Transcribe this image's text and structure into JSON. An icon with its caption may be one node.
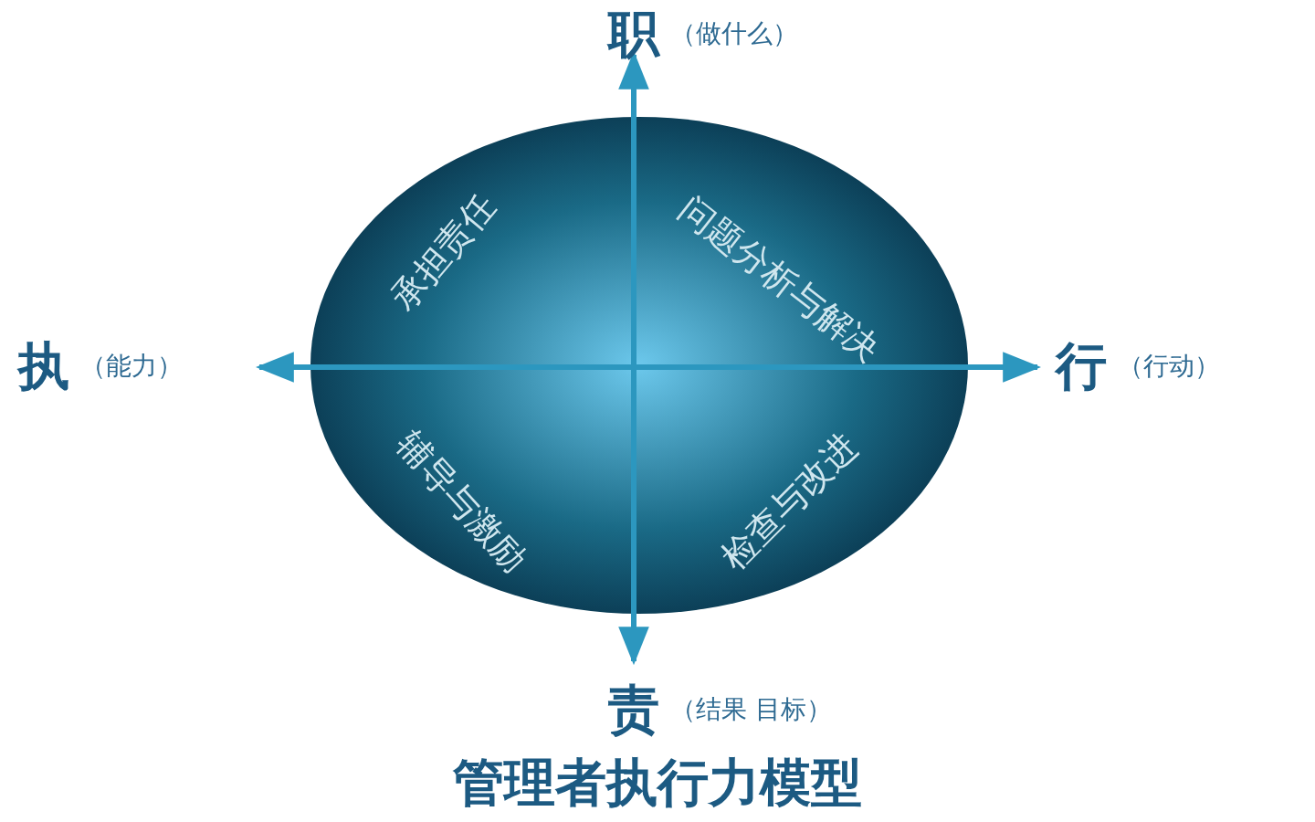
{
  "diagram": {
    "title": "管理者执行力模型",
    "nodes": [
      {
        "text": [
          "承担责任",
          "问题分析与解决",
          "辅导与激励",
          "检查与改进"
        ]
      }
    ],
    "labels": [
      "职",
      "（做什么）",
      "执",
      "（能力）",
      "行",
      "（行动）",
      "责",
      "（结果 目标）"
    ]
  }
}
